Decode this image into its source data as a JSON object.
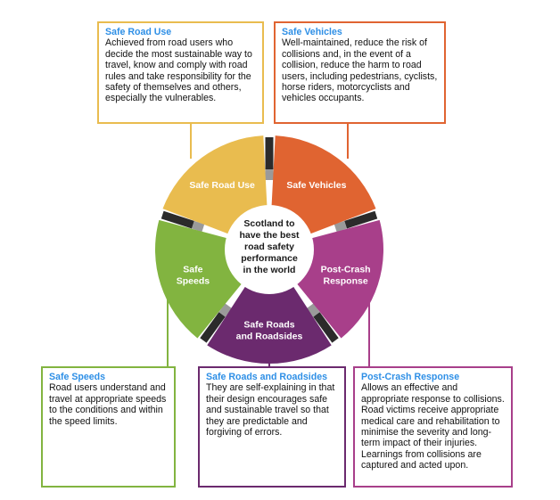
{
  "center_text": [
    "Scotland to",
    "have the best",
    "road safety",
    "performance",
    "in the world"
  ],
  "pillars": [
    {
      "id": "safe-road-use",
      "wheel_label": [
        "Safe Road Use"
      ],
      "color": "#E9BC4F",
      "title": "Safe Road Use",
      "description": "Achieved from road users who decide the most sustainable way to travel, know and comply with road rules and take responsibility for the safety of themselves and others, especially the vulnerables."
    },
    {
      "id": "safe-vehicles",
      "wheel_label": [
        "Safe Vehicles"
      ],
      "color": "#E06431",
      "title": "Safe Vehicles",
      "description": "Well-maintained, reduce the risk of collisions and, in the event of a collision, reduce the harm to road users, including pedestrians, cyclists, horse riders, motorcyclists and vehicles occupants."
    },
    {
      "id": "post-crash-response",
      "wheel_label": [
        "Post-Crash",
        "Response"
      ],
      "color": "#A83F8A",
      "title": "Post-Crash Response",
      "description": "Allows an effective and appropriate response to collisions. Road victims receive appropriate medical care and rehabilitation to minimise the severity and long-term impact of their injuries. Learnings from collisions are captured and acted upon."
    },
    {
      "id": "safe-roads-and-roadsides",
      "wheel_label": [
        "Safe Roads",
        "and Roadsides"
      ],
      "color": "#6B2A6E",
      "title": "Safe Roads and Roadsides",
      "description": "They are self-explaining in that their design encourages safe and sustainable travel so that they are predictable and forgiving of errors."
    },
    {
      "id": "safe-speeds",
      "wheel_label": [
        "Safe",
        "Speeds"
      ],
      "color": "#82B440",
      "title": "Safe Speeds",
      "description": "Road users understand and travel at appropriate speeds to the conditions and within the speed limits."
    }
  ]
}
